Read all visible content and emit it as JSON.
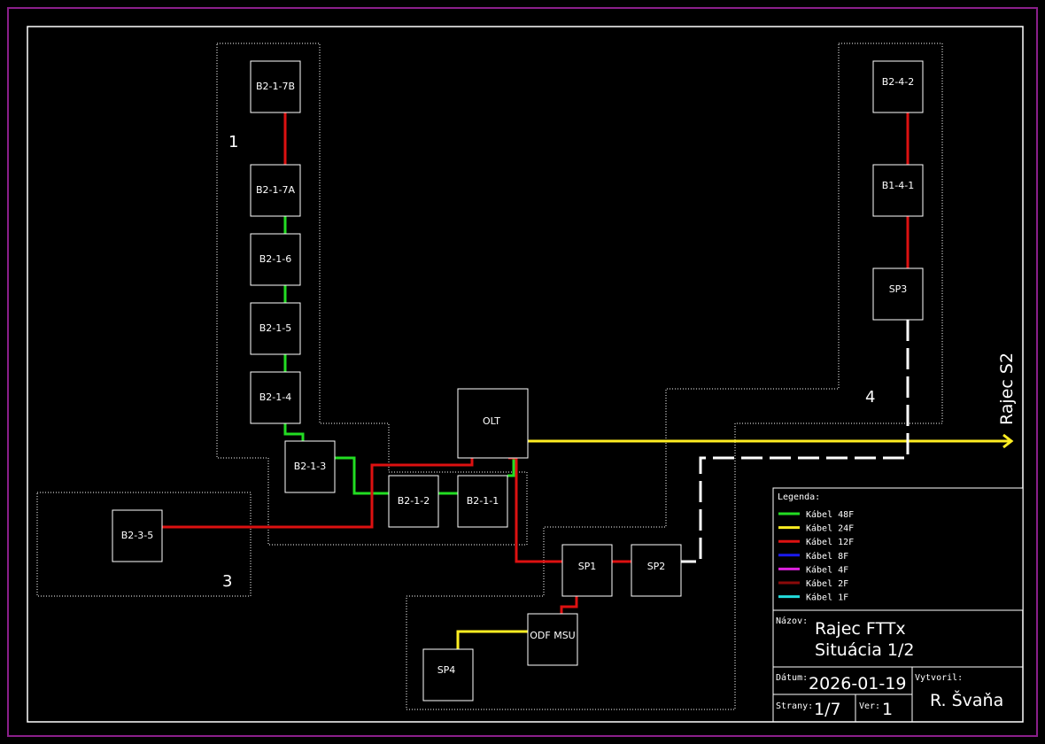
{
  "diagram": {
    "nodes": {
      "b217b": "B2-1-7B",
      "b217a": "B2-1-7A",
      "b216": "B2-1-6",
      "b215": "B2-1-5",
      "b214": "B2-1-4",
      "b213": "B2-1-3",
      "b212": "B2-1-2",
      "b211": "B2-1-1",
      "b235": "B2-3-5",
      "olt": "OLT",
      "sp1": "SP1",
      "sp2": "SP2",
      "sp3": "SP3",
      "sp4": "SP4",
      "odf": "ODF MSU",
      "b242": "B2-4-2",
      "b141": "B1-4-1"
    },
    "zones": {
      "z1": "1",
      "z3": "3",
      "z4": "4"
    },
    "output_label": "Rajec S2"
  },
  "legend": {
    "title": "Legenda:",
    "items": [
      {
        "label": "Kábel 48F",
        "color": "#22dd22"
      },
      {
        "label": "Kábel 24F",
        "color": "#ffee22"
      },
      {
        "label": "Kábel 12F",
        "color": "#dd1111"
      },
      {
        "label": "Kábel 8F",
        "color": "#1a1aee"
      },
      {
        "label": "Kábel 4F",
        "color": "#dd22dd"
      },
      {
        "label": "Kábel 2F",
        "color": "#8b0a0a"
      },
      {
        "label": "Kábel 1F",
        "color": "#22dddd"
      }
    ]
  },
  "title_block": {
    "name_label": "Názov:",
    "name_line1": "Rajec FTTx",
    "name_line2": "Situácia 1/2",
    "date_label": "Dátum:",
    "date": "2026-01-19",
    "author_label": "Vytvoril:",
    "author": "R. Švaňa",
    "pages_label": "Strany:",
    "pages": "1/7",
    "ver_label": "Ver:",
    "ver": "1"
  }
}
